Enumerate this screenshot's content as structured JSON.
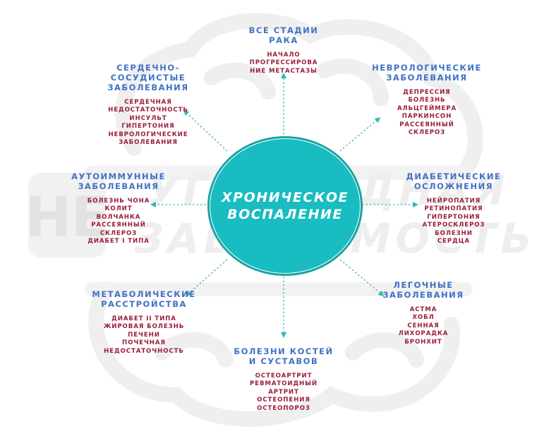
{
  "watermark": {
    "line1": "УГЛЕВОДНАЯ",
    "line2": "ЗАВИСИМОСТЬ",
    "badge": "НЕ"
  },
  "center": {
    "line1": "ХРОНИЧЕСКОЕ",
    "line2": "ВОСПАЛЕНИЕ"
  },
  "groups": {
    "cancer": {
      "title": [
        "ВСЕ СТАДИИ",
        "РАКА"
      ],
      "items": [
        "НАЧАЛО",
        "ПРОГРЕССИРОВА",
        "НИЕ МЕТАСТАЗЫ"
      ]
    },
    "neuro": {
      "title": [
        "НЕВРОЛОГИЧЕСКИЕ",
        "ЗАБОЛЕВАНИЯ"
      ],
      "items": [
        "ДЕПРЕССИЯ",
        "БОЛЕЗНЬ",
        "АЛЬЦГЕЙМЕРА",
        "ПАРКИНСОН",
        "РАССЕЯННЫЙ",
        "СКЛЕРОЗ"
      ]
    },
    "diabetic": {
      "title": [
        "ДИАБЕТИЧЕСКИЕ",
        "ОСЛОЖНЕНИЯ"
      ],
      "items": [
        "НЕЙРОПАТИЯ",
        "РЕТИНОПАТИЯ",
        "ГИПЕРТОНИЯ",
        "АТЕРОСКЛЕРОЗ",
        "БОЛЕЗНИ",
        "СЕРДЦА"
      ]
    },
    "lung": {
      "title": [
        "ЛЕГОЧНЫЕ",
        "ЗАБОЛЕВАНИЯ"
      ],
      "items": [
        "АСТМА",
        "ХОБЛ",
        "СЕННАЯ",
        "ЛИХОРАДКА",
        "БРОНХИТ"
      ]
    },
    "bones": {
      "title": [
        "БОЛЕЗНИ КОСТЕЙ",
        "И СУСТАВОВ"
      ],
      "items": [
        "ОСТЕОАРТРИТ",
        "РЕВМАТОИДНЫЙ",
        "АРТРИТ",
        "ОСТЕОПЕНИЯ",
        "ОСТЕОПОРОЗ"
      ]
    },
    "metabolic": {
      "title": [
        "МЕТАБОЛИЧЕСКИЕ",
        "РАССТРОЙСТВА"
      ],
      "items": [
        "ДИАБЕТ II ТИПА",
        "ЖИРОВАЯ БОЛЕЗНЬ",
        "ПЕЧЕНИ",
        "ПОЧЕЧНАЯ",
        "НЕДОСТАТОЧНОСТЬ"
      ]
    },
    "autoimmune": {
      "title": [
        "АУТОИММУННЫЕ",
        "ЗАБОЛЕВАНИЯ"
      ],
      "items": [
        "БОЛЕЗНЬ ЧОНА",
        "КОЛИТ",
        "ВОЛЧАНКА",
        "РАССЕЯННЫЙ",
        "СКЛЕРОЗ",
        "ДИАБЕТ I ТИПА"
      ]
    },
    "cardio": {
      "title": [
        "СЕРДЕЧНО-",
        "СОСУДИСТЫЕ",
        "ЗАБОЛЕВАНИЯ"
      ],
      "items": [
        "СЕРДЕЧНАЯ",
        "НЕДОСТАТОЧНОСТЬ",
        "ИНСУЛЬТ",
        "ГИПЕРТОНИЯ",
        "НЕВРОЛОГИЧЕСКИЕ",
        "ЗАБОЛЕВАНИЯ"
      ]
    }
  },
  "colors": {
    "circle": "#19bcc0",
    "title": "#3f72c7",
    "item": "#9b1d3a",
    "arrow": "#2fb8b5",
    "watermark": "#ececec"
  }
}
